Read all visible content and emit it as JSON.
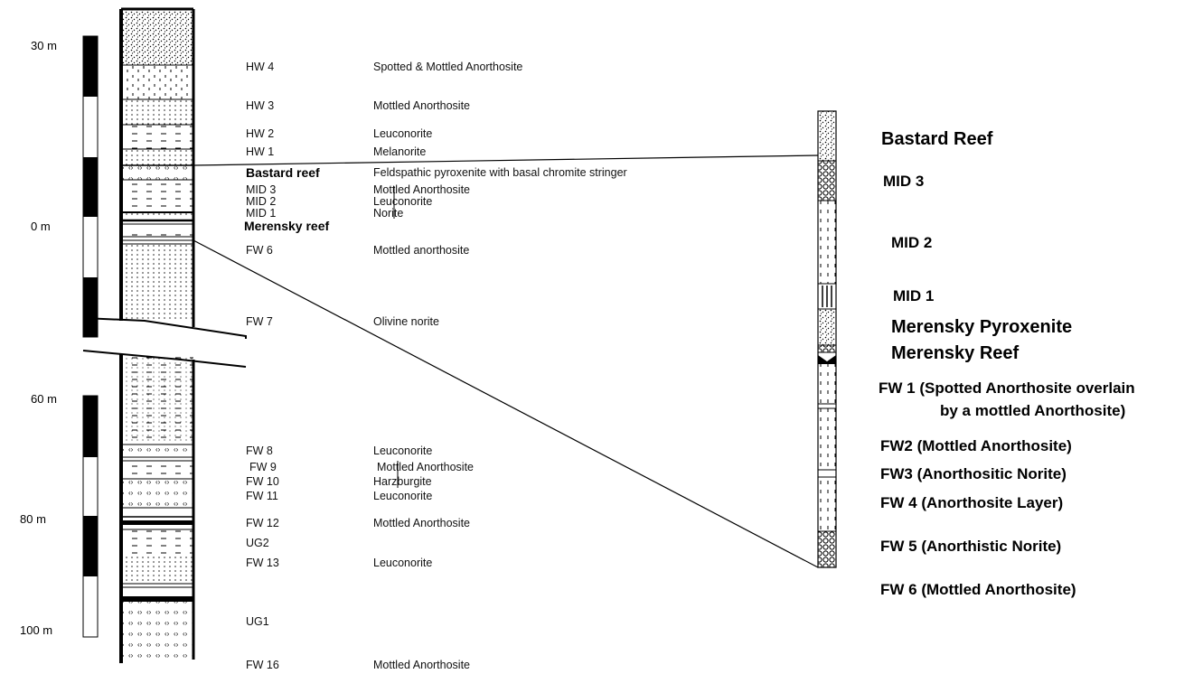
{
  "scale": {
    "labels": [
      "30 m",
      "0 m",
      "60 m",
      "80 m",
      "100 m"
    ]
  },
  "units": [
    {
      "code": "HW 4",
      "desc": "Spotted & Mottled Anorthosite"
    },
    {
      "code": "HW 3",
      "desc": "Mottled Anorthosite"
    },
    {
      "code": "HW 2",
      "desc": "Leuconorite"
    },
    {
      "code": "HW 1",
      "desc": "Melanorite"
    },
    {
      "code": "Bastard reef",
      "desc": "Feldspathic pyroxenite with basal chromite stringer"
    },
    {
      "code": "MID 3",
      "desc": "Mottled Anorthosite"
    },
    {
      "code": "MID 2",
      "desc": "Leuconorite"
    },
    {
      "code": "MID 1",
      "desc": "Norite"
    },
    {
      "code": "Merensky reef",
      "desc": ""
    },
    {
      "code": "FW 6",
      "desc": "Mottled anorthosite"
    },
    {
      "code": "FW 7",
      "desc": "Olivine norite"
    },
    {
      "code": "FW 8",
      "desc": "Leuconorite"
    },
    {
      "code": "FW 9",
      "desc": "Mottled Anorthosite"
    },
    {
      "code": "FW 10",
      "desc": "Harzburgite"
    },
    {
      "code": "FW 11",
      "desc": "Leuconorite"
    },
    {
      "code": "FW 12",
      "desc": "Mottled Anorthosite"
    },
    {
      "code": "UG2",
      "desc": ""
    },
    {
      "code": "FW 13",
      "desc": "Leuconorite"
    },
    {
      "code": "UG1",
      "desc": ""
    },
    {
      "code": "FW 16",
      "desc": "Mottled Anorthosite"
    }
  ],
  "detail_labels": [
    "Bastard Reef",
    "MID 3",
    "MID 2",
    "MID 1",
    "Merensky Pyroxenite",
    "Merensky Reef",
    "FW 1 (Spotted Anorthosite overlain",
    "by a mottled Anorthosite)",
    "FW2 (Mottled Anorthosite)",
    "FW3 (Anorthositic Norite)",
    "FW 4 (Anorthosite Layer)",
    "FW 5 (Anorthistic Norite)",
    "FW 6 (Mottled Anorthosite)"
  ]
}
